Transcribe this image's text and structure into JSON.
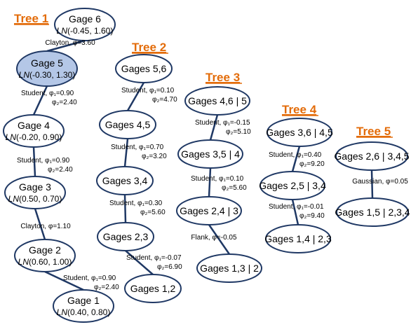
{
  "trees": [
    {
      "title": "Tree 1",
      "nodes": [
        {
          "name": "Gage 6",
          "dist_pre": "LN",
          "dist_params": "(-0.45, 1.60)"
        },
        {
          "name": "Gage 5",
          "dist_pre": "LN",
          "dist_params": "(-0.30, 1.30)",
          "highlight": true
        },
        {
          "name": "Gage 4",
          "dist_pre": "LN",
          "dist_params": "(-0.20, 0.90)"
        },
        {
          "name": "Gage 3",
          "dist_pre": "LN",
          "dist_params": "(0.50, 0.70)"
        },
        {
          "name": "Gage 2",
          "dist_pre": "LN",
          "dist_params": "(0.60, 1.00)"
        },
        {
          "name": "Gage 1",
          "dist_pre": "LN",
          "dist_params": "(0.40, 0.80)"
        }
      ],
      "edges": [
        {
          "family": "Clayton",
          "lines": [
            "Clayton, φ=3.60"
          ]
        },
        {
          "family": "Student",
          "lines": [
            "Student, φ₁=0.90",
            "φ₂=2.40"
          ]
        },
        {
          "family": "Student",
          "lines": [
            "Student, φ₁=0.90",
            "φ₂=2.40"
          ]
        },
        {
          "family": "Clayton",
          "lines": [
            "Clayton, φ=1.10"
          ]
        },
        {
          "family": "Student",
          "lines": [
            "Student, φ₁=0.90",
            "φ₂=2.40"
          ]
        }
      ]
    },
    {
      "title": "Tree 2",
      "nodes": [
        {
          "name": "Gages 5,6"
        },
        {
          "name": "Gages 4,5"
        },
        {
          "name": "Gages 3,4"
        },
        {
          "name": "Gages 2,3"
        },
        {
          "name": "Gages 1,2"
        }
      ],
      "edges": [
        {
          "family": "Student",
          "lines": [
            "Student, φ₁=0.10",
            "φ₂=4.70"
          ]
        },
        {
          "family": "Student",
          "lines": [
            "Student, φ₁=0.70",
            "φ₂=3.20"
          ]
        },
        {
          "family": "Student",
          "lines": [
            "Student, φ₁=0.30",
            "φ₂=5.60"
          ]
        },
        {
          "family": "Student",
          "lines": [
            "Student, φ₁=-0.07",
            "φ₂=6.90"
          ]
        }
      ]
    },
    {
      "title": "Tree 3",
      "nodes": [
        {
          "name": "Gages 4,6 | 5"
        },
        {
          "name": "Gages 3,5 | 4"
        },
        {
          "name": "Gages 2,4 | 3"
        },
        {
          "name": "Gages 1,3 | 2"
        }
      ],
      "edges": [
        {
          "family": "Student",
          "lines": [
            "Student, φ₁=-0.15",
            "φ₂=5.10"
          ]
        },
        {
          "family": "Student",
          "lines": [
            "Student, φ₁=0.10",
            "φ₂=5.60"
          ]
        },
        {
          "family": "Flank",
          "lines": [
            "Flank, φ=-0.05"
          ]
        }
      ]
    },
    {
      "title": "Tree 4",
      "nodes": [
        {
          "name": "Gages 3,6 | 4,5"
        },
        {
          "name": "Gages 2,5 | 3,4"
        },
        {
          "name": "Gages 1,4 | 2,3"
        }
      ],
      "edges": [
        {
          "family": "Student",
          "lines": [
            "Student, φ₁=0.40",
            "φ₂=9.20"
          ]
        },
        {
          "family": "Student",
          "lines": [
            "Student, φ₁=-0.01",
            "φ₂=9.40"
          ]
        }
      ]
    },
    {
      "title": "Tree 5",
      "nodes": [
        {
          "name": "Gages 2,6 | 3,4,5"
        },
        {
          "name": "Gages 1,5 | 2,3,4"
        }
      ],
      "edges": [
        {
          "family": "Gaussian",
          "lines": [
            "Gaussian, φ=0.05"
          ]
        }
      ]
    }
  ],
  "colors": {
    "title": "#e36c0a",
    "node_stroke": "#1f3864",
    "node_highlight": "#b4c7e7",
    "edge": "#1f3864"
  }
}
